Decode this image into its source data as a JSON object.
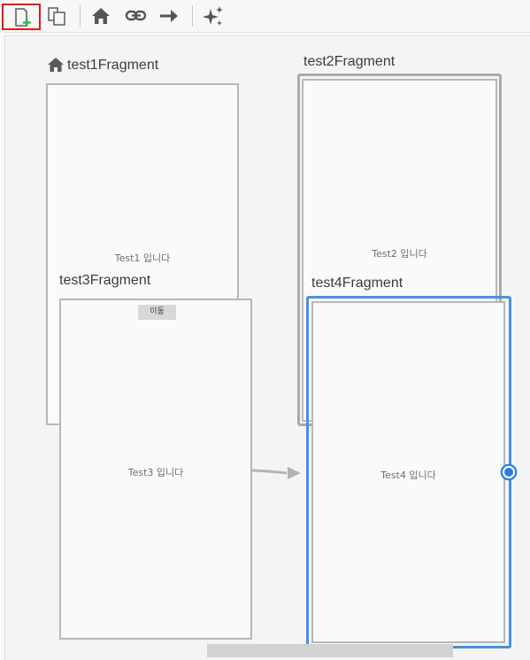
{
  "toolbar": {
    "buttons": [
      {
        "name": "new-destination-icon",
        "selected": true
      },
      {
        "name": "copy-destination-icon"
      },
      {
        "name": "home-icon"
      },
      {
        "name": "link-icon"
      },
      {
        "name": "arrow-right-icon"
      },
      {
        "name": "sparkle-icon"
      }
    ],
    "accent_colors": {
      "selection_box": "#e31b1b",
      "add_plus": "#2fb34a"
    }
  },
  "destinations": {
    "test1": {
      "title": "test1Fragment",
      "content": "Test1 입니다",
      "is_start": true
    },
    "test2": {
      "title": "test2Fragment",
      "content": "Test2 입니다"
    },
    "test3": {
      "title": "test3Fragment",
      "content": "Test3 입니다",
      "button_label": "이동"
    },
    "test4": {
      "title": "test4Fragment",
      "content": "Test4 입니다",
      "selected": true
    }
  },
  "colors": {
    "selection": "#4a90e2",
    "frame_border": "#b7b7b7",
    "action_arrow": "#b3b3b3"
  }
}
